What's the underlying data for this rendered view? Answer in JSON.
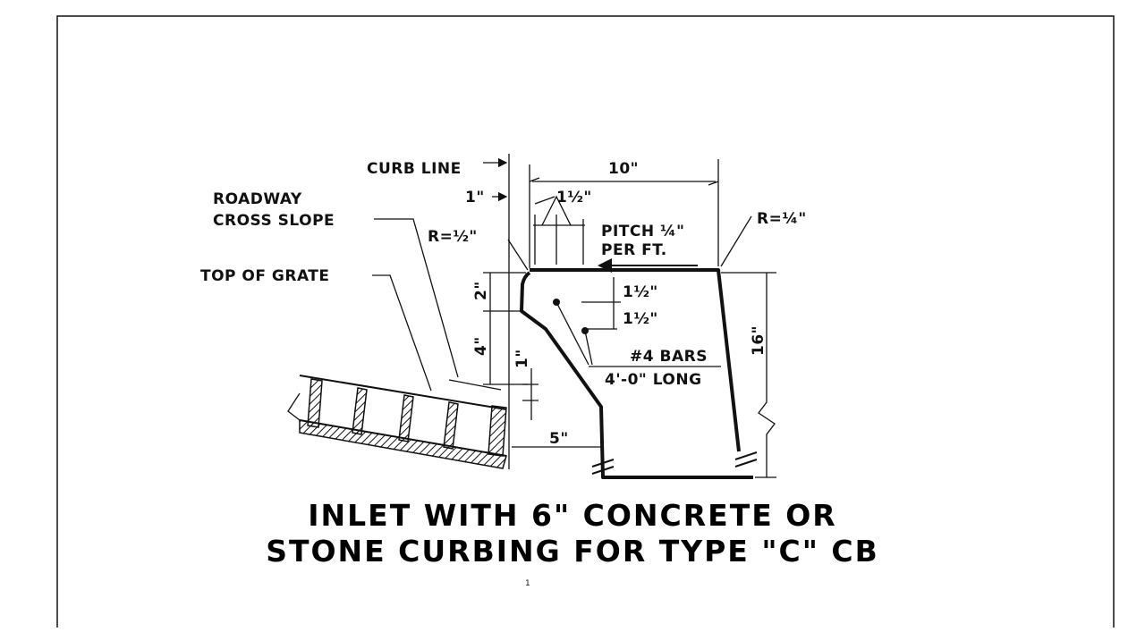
{
  "labels": {
    "curb_line": "CURB LINE",
    "roadway_1": "ROADWAY",
    "roadway_2": "CROSS SLOPE",
    "top_of_grate": "TOP OF GRATE",
    "dim_10": "10\"",
    "dim_1_top": "1\"",
    "dim_1_5_top": "1½\"",
    "pitch_1": "PITCH  ¼\"",
    "pitch_2": "PER FT.",
    "r_half": "R=½\"",
    "r_quarter": "R=¼\"",
    "dim_2": "2\"",
    "dim_4": "4\"",
    "dim_1_side": "1\"",
    "dim_1_5_a": "1½\"",
    "dim_1_5_b": "1½\"",
    "bars_1": "#4  BARS",
    "bars_2": "4'-0\" LONG",
    "dim_16": "16\"",
    "dim_5": "5\""
  },
  "title": {
    "line1": "INLET  WITH  6\" CONCRETE  OR",
    "line2": "STONE  CURBING  FOR  TYPE  \"C\"  CB"
  },
  "page_number": "1"
}
